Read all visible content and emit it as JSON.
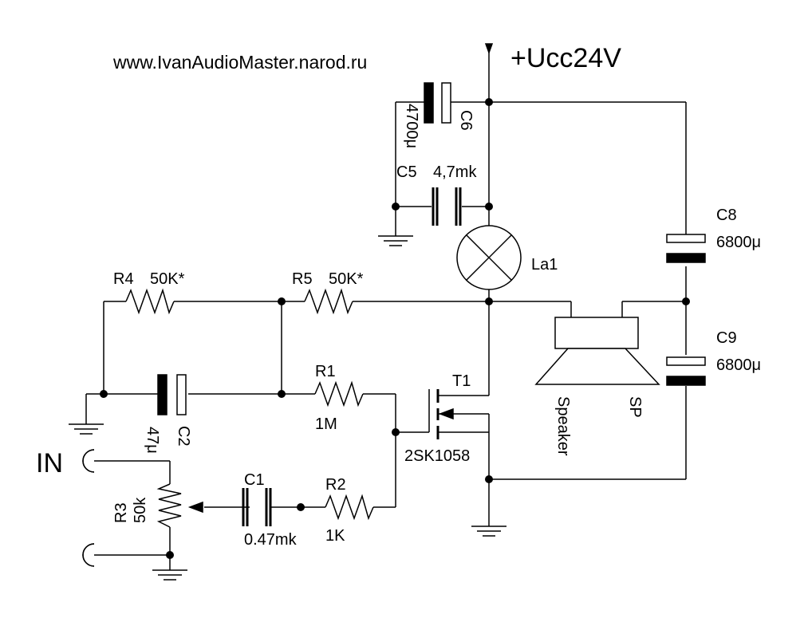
{
  "site": "www.IvanAudioMaster.narod.ru",
  "supply": "+Ucc24V",
  "input_label": "IN",
  "components": {
    "r1": {
      "ref": "R1",
      "value": "1M"
    },
    "r2": {
      "ref": "R2",
      "value": "1K"
    },
    "r3": {
      "ref": "R3",
      "value": "50k"
    },
    "r4": {
      "ref": "R4",
      "value": "50K*"
    },
    "r5": {
      "ref": "R5",
      "value": "50K*"
    },
    "c1": {
      "ref": "C1",
      "value": "0.47mk"
    },
    "c2": {
      "ref": "C2",
      "value": "47μ"
    },
    "c5": {
      "ref": "C5",
      "value": "4,7mk"
    },
    "c6": {
      "ref": "C6",
      "value": "4700μ"
    },
    "c8": {
      "ref": "C8",
      "value": "6800μ"
    },
    "c9": {
      "ref": "C9",
      "value": "6800μ"
    },
    "la1": {
      "ref": "La1"
    },
    "t1": {
      "ref": "T1",
      "value": "2SK1058"
    },
    "sp": {
      "ref": "SP",
      "value": "Speaker",
      "minus": "-",
      "plus": "+"
    }
  }
}
